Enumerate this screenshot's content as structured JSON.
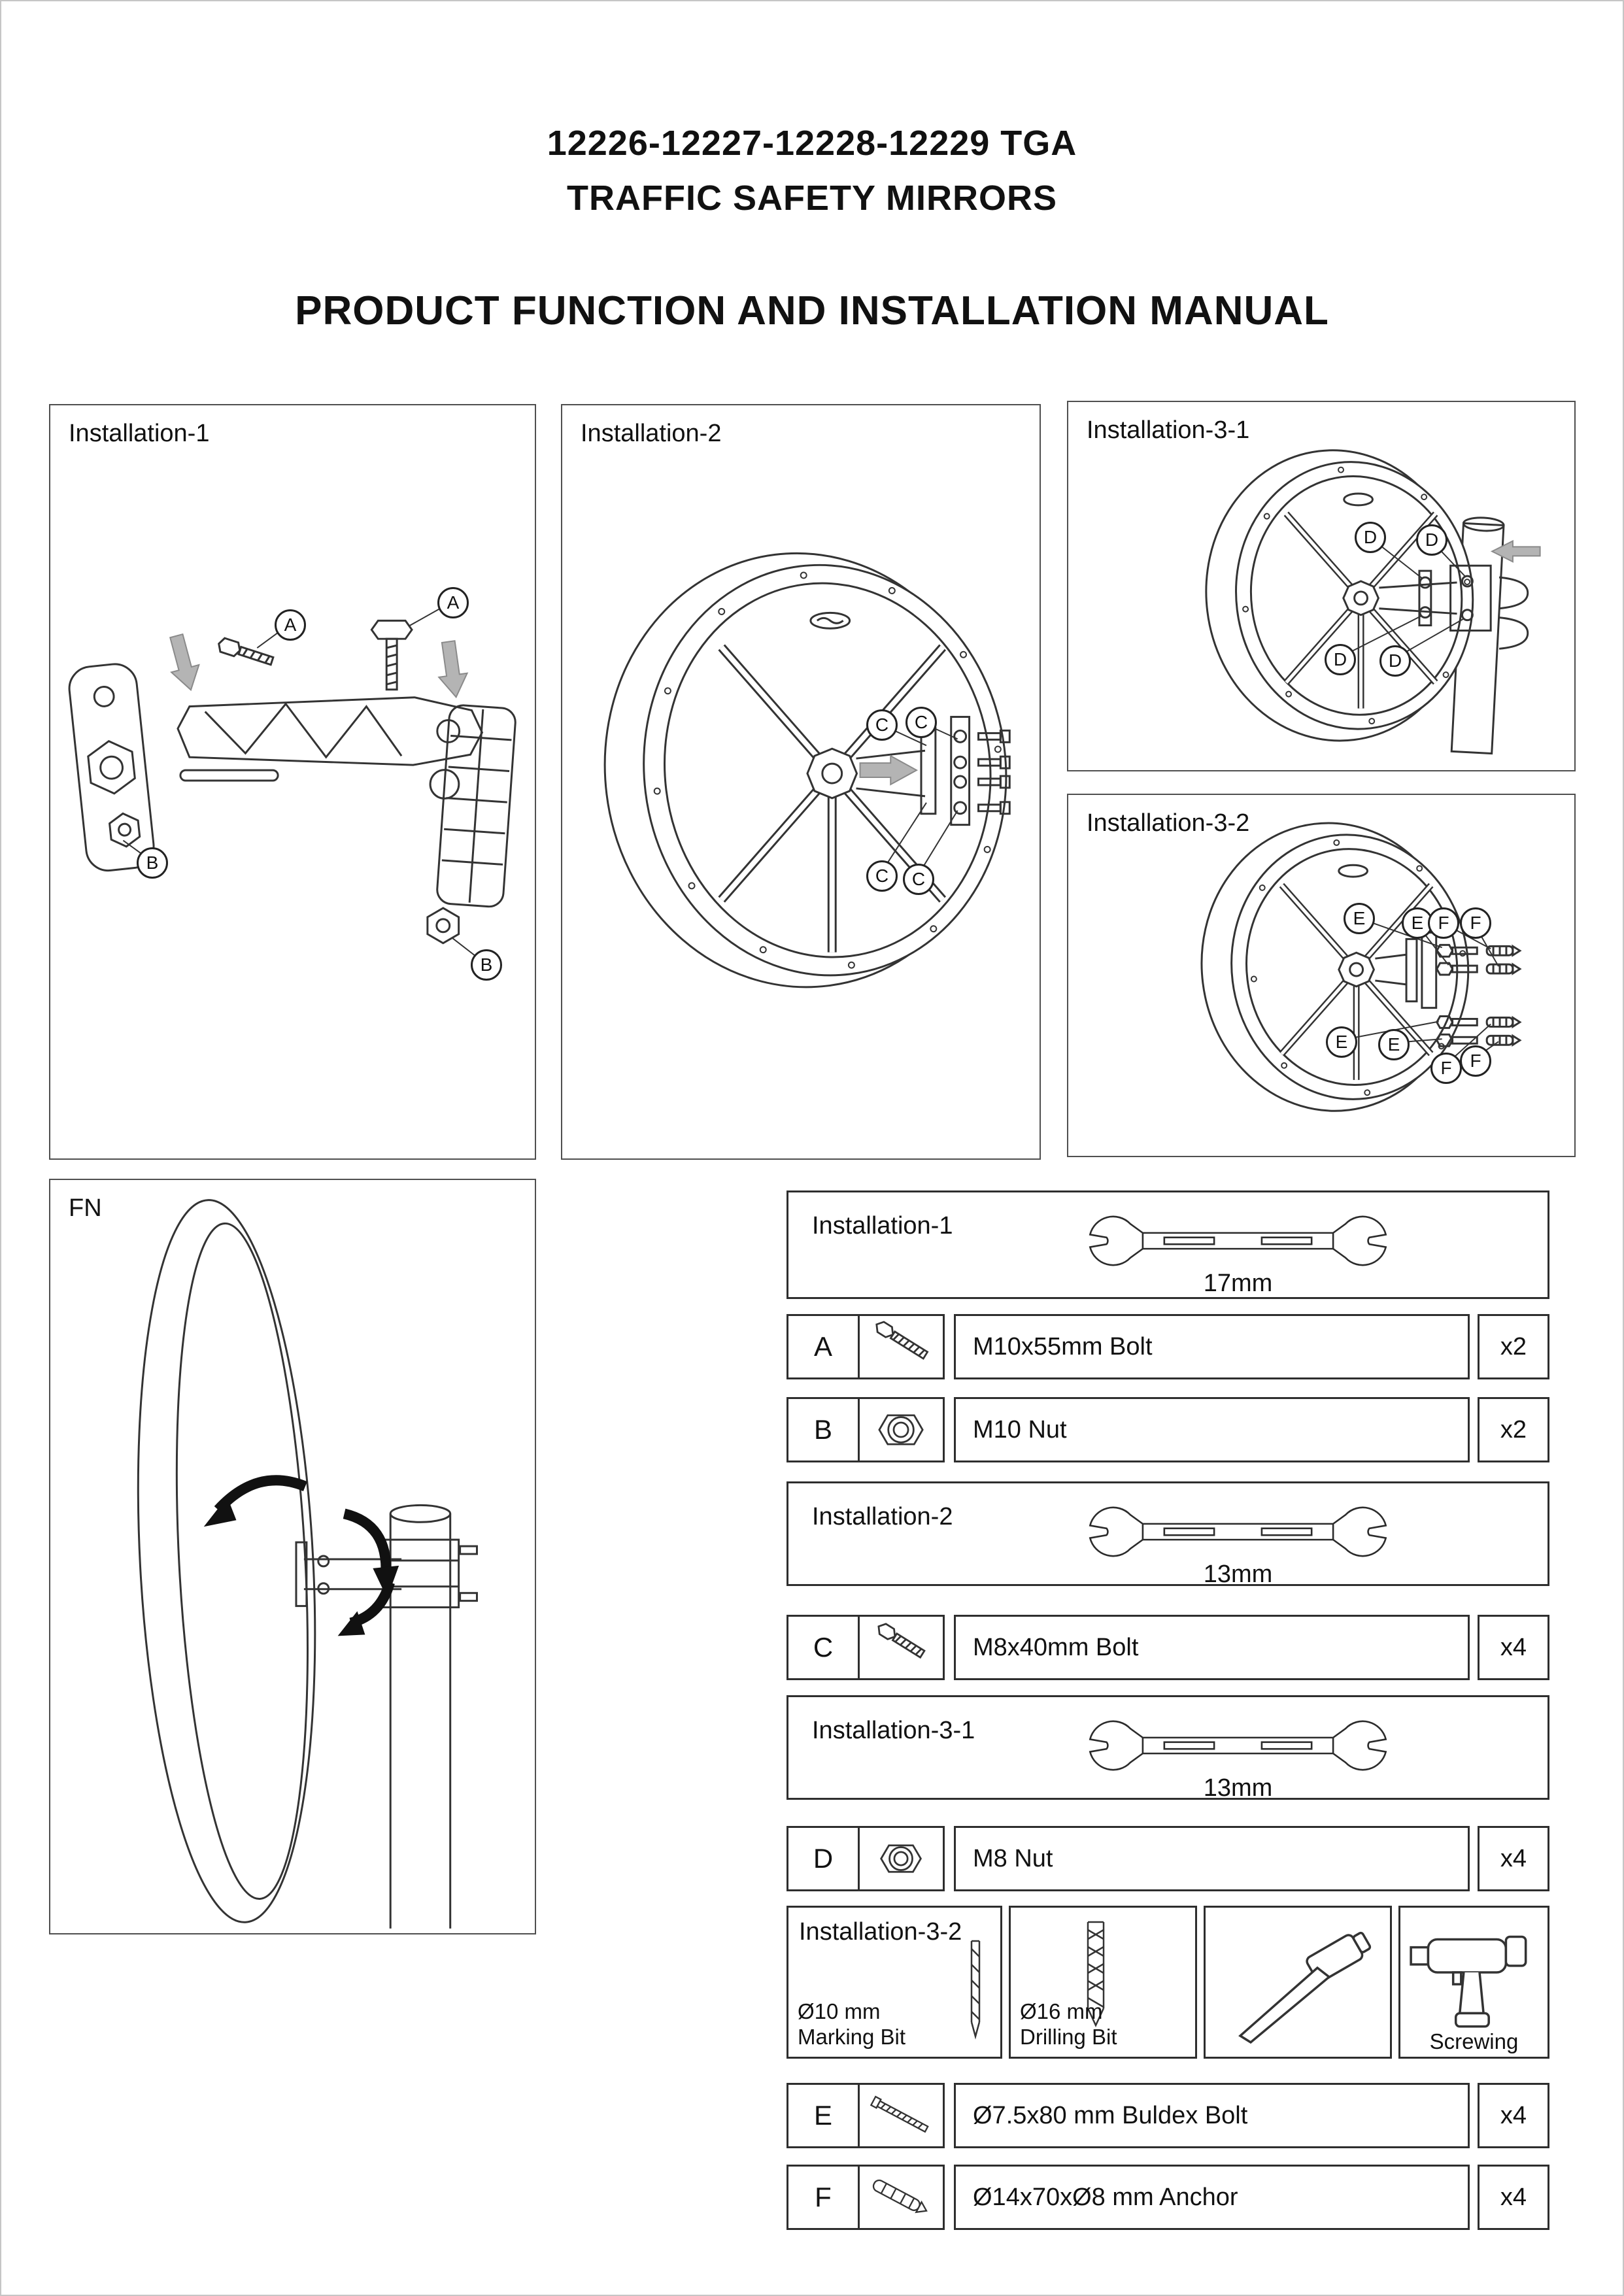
{
  "header": {
    "code": "12226-12227-12228-12229 TGA",
    "name": "TRAFFIC SAFETY MIRRORS",
    "manual_title": "PRODUCT FUNCTION AND INSTALLATION MANUAL"
  },
  "panels": {
    "installation1": {
      "label": "Installation-1",
      "callouts": [
        "A",
        "A",
        "B",
        "B"
      ]
    },
    "installation2": {
      "label": "Installation-2",
      "callouts": [
        "C",
        "C",
        "C",
        "C"
      ]
    },
    "installation31": {
      "label": "Installation-3-1",
      "callouts": [
        "D",
        "D",
        "D",
        "D"
      ]
    },
    "installation32": {
      "label": "Installation-3-2",
      "callouts": [
        "E",
        "E",
        "F",
        "F",
        "E",
        "E",
        "F",
        "F"
      ]
    },
    "fn": {
      "label": "FN"
    }
  },
  "parts_table": {
    "sections": [
      {
        "label": "Installation-1",
        "tool": "open-end-wrench",
        "tool_size": "17mm",
        "rows": [
          {
            "key": "A",
            "icon": "bolt-icon",
            "desc": "M10x55mm Bolt",
            "qty": "x2"
          },
          {
            "key": "B",
            "icon": "nut-icon",
            "desc": "M10 Nut",
            "qty": "x2"
          }
        ]
      },
      {
        "label": "Installation-2",
        "tool": "open-end-wrench",
        "tool_size": "13mm",
        "rows": [
          {
            "key": "C",
            "icon": "bolt-icon",
            "desc": "M8x40mm Bolt",
            "qty": "x4"
          }
        ]
      },
      {
        "label": "Installation-3-1",
        "tool": "open-end-wrench",
        "tool_size": "13mm",
        "rows": [
          {
            "key": "D",
            "icon": "nut-icon",
            "desc": "M8 Nut",
            "qty": "x4"
          }
        ]
      },
      {
        "label": "Installation-3-2",
        "tools": {
          "marking_bit": {
            "size": "Ø10 mm",
            "name": "Marking Bit"
          },
          "drilling_bit": {
            "size": "Ø16 mm",
            "name": "Drilling Bit"
          },
          "hammer": "hammer-icon",
          "screwing": "Screwing"
        },
        "rows": [
          {
            "key": "E",
            "icon": "buldex-bolt-icon",
            "desc": "Ø7.5x80 mm Buldex Bolt",
            "qty": "x4"
          },
          {
            "key": "F",
            "icon": "anchor-icon",
            "desc": "Ø14x70xØ8 mm Anchor",
            "qty": "x4"
          }
        ]
      }
    ]
  }
}
